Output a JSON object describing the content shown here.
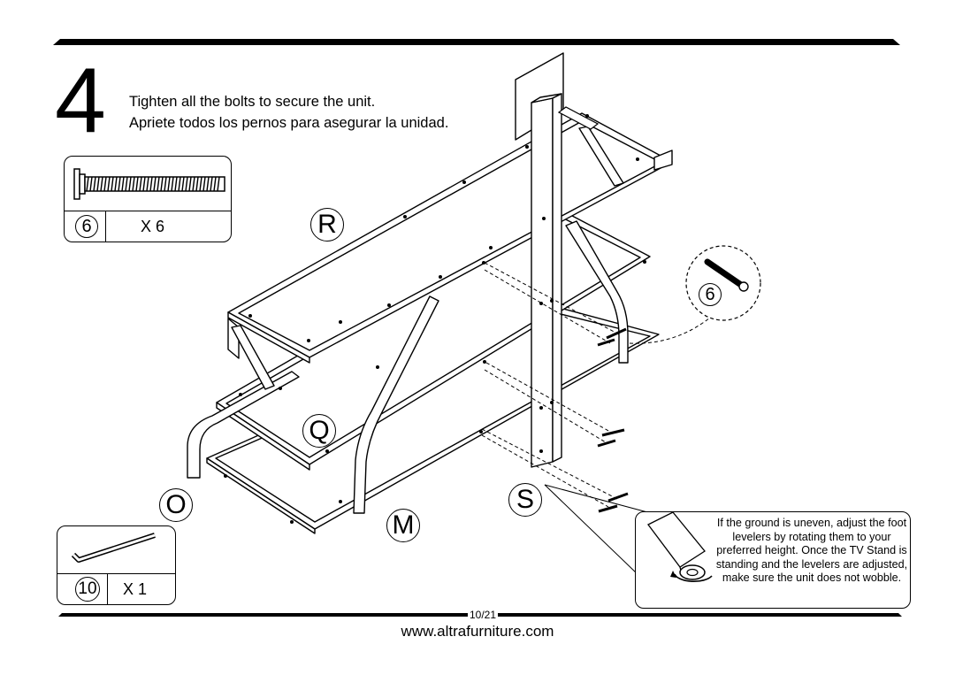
{
  "step": {
    "number": "4",
    "instruction_en": "Tighten all the bolts to secure the unit.",
    "instruction_es": "Apriete todos los pernos para asegurar la unidad."
  },
  "parts": [
    {
      "id": "6",
      "qty": "X 6",
      "icon": "bolt-icon"
    },
    {
      "id": "10",
      "qty": "X 1",
      "icon": "allen-key-icon"
    }
  ],
  "callout": {
    "part_id": "6"
  },
  "panel_labels": [
    "R",
    "Q",
    "O",
    "M",
    "S"
  ],
  "leveler_note": "If the ground is uneven, adjust the foot levelers by rotating them to your preferred height.  Once the TV Stand is standing and the levelers are adjusted, make sure the unit does not wobble.",
  "footer": {
    "page": "10/21",
    "url": "www.altrafurniture.com"
  }
}
